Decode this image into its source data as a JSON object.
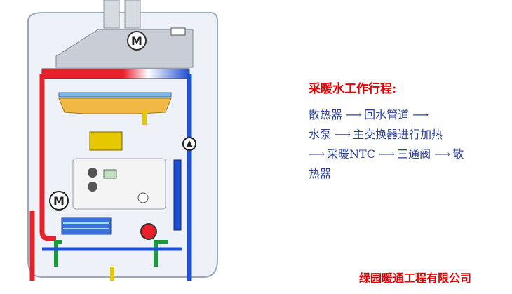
{
  "diagram": {
    "motor_label": "M"
  },
  "flow": {
    "title": "采暖水工作行程:",
    "steps": {
      "s1": "散热器",
      "s2": "回水管道",
      "s3": "水泵",
      "s4": "主交换器进行加热",
      "s5": "采暖NTC",
      "s6": "三通阀",
      "s7": "散",
      "s8": "热器"
    },
    "arrow": "⟶"
  },
  "footer": {
    "company": "绿园暖通工程有限公司"
  },
  "colors": {
    "supply_pipe": "#e8202a",
    "return_pipe": "#1f4fd1",
    "cold_water": "#1a9a3a",
    "gas": "#e6c800",
    "title": "#e60000",
    "text": "#2a3f9a"
  }
}
